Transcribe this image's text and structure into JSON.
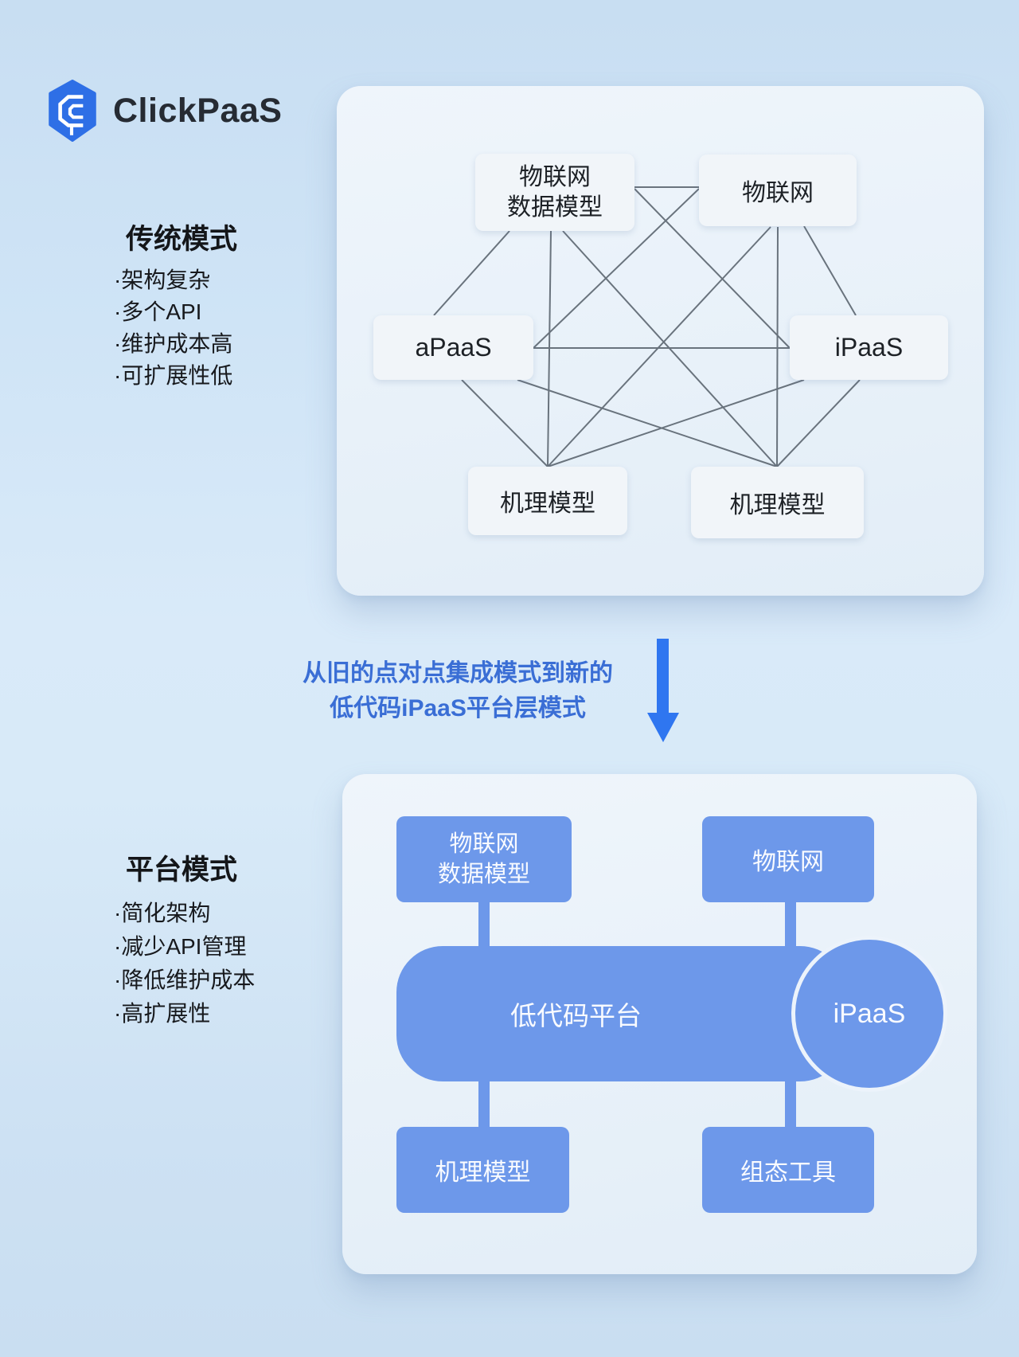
{
  "brand": {
    "name": "ClickPaaS",
    "logo_icon": "hexagon-cube-icon",
    "brand_blue": "#2e6fe6"
  },
  "traditional": {
    "title": "传统模式",
    "bullets": [
      "·架构复杂",
      "·多个API",
      "·维护成本高",
      "·可扩展性低"
    ]
  },
  "platform": {
    "title": "平台模式",
    "bullets": [
      "·简化架构",
      "·减少API管理",
      "·降低维护成本",
      "·高扩展性"
    ]
  },
  "transition": {
    "line1": "从旧的点对点集成模式到新的",
    "line2": "低代码iPaaS平台层模式",
    "arrow_icon": "arrow-down-icon",
    "text_color": "#3a6ed5",
    "arrow_color": "#2f76f0"
  },
  "diagram_old": {
    "iot_data_model": [
      "物联网",
      "数据模型"
    ],
    "iot": "物联网",
    "apaas": "aPaaS",
    "ipaas": "iPaaS",
    "mech_left": "机理模型",
    "mech_right": "机理模型",
    "line_color": "#5c6670"
  },
  "diagram_new": {
    "iot_data_model": [
      "物联网",
      "数据模型"
    ],
    "iot": "物联网",
    "platform_pill": "低代码平台",
    "ipaas": "iPaaS",
    "mech_model": "机理模型",
    "config_tool": "组态工具",
    "box_color": "#6d98ea"
  }
}
